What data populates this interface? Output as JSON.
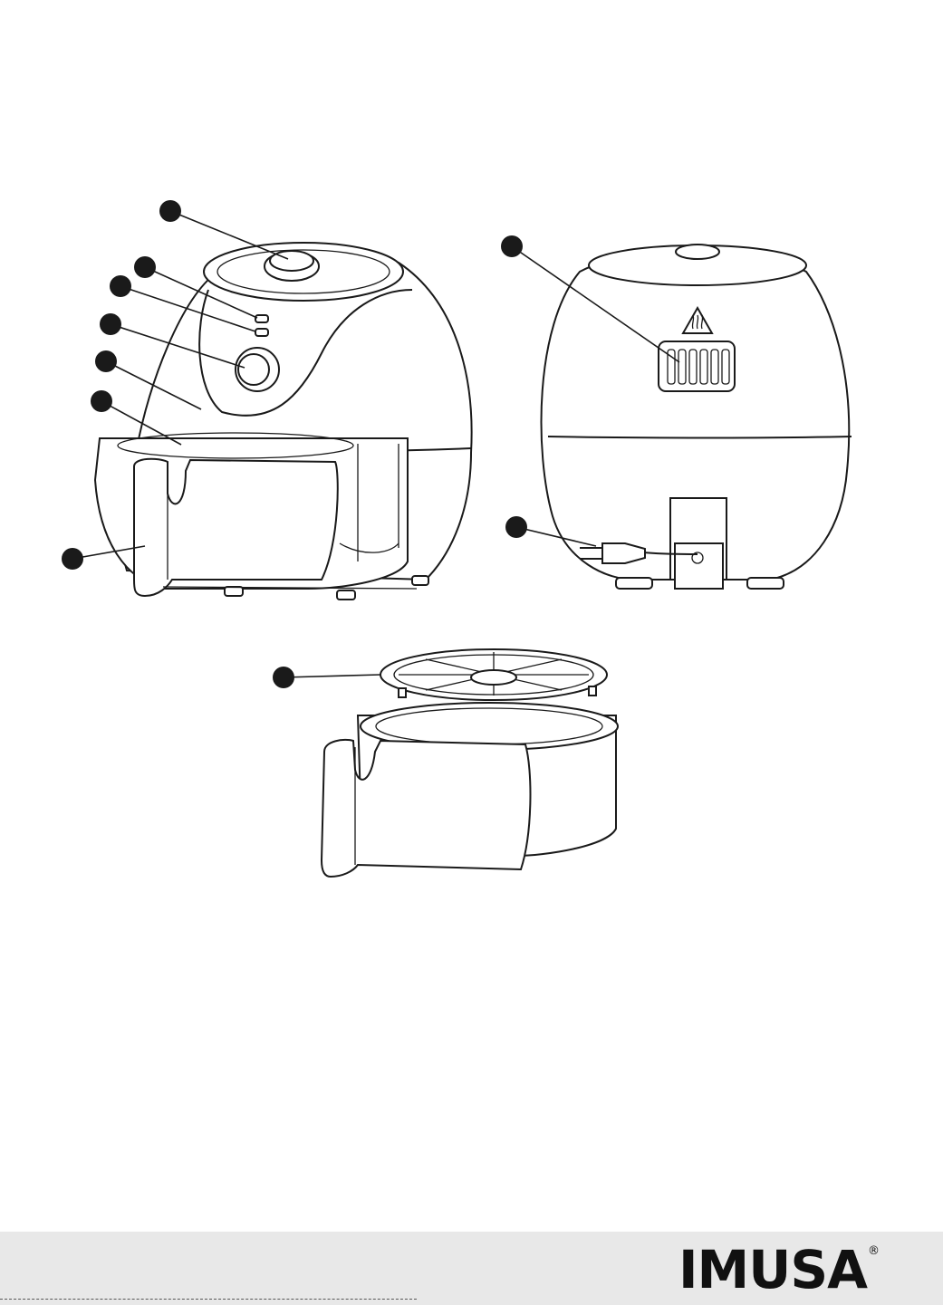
{
  "logo": {
    "text": "IMUSA",
    "registered": "®"
  },
  "colors": {
    "line": "#1a1a1a",
    "footer_bg": "#e8e8e8",
    "background": "#ffffff"
  },
  "callouts": [
    {
      "target": "temperature-knob-top"
    },
    {
      "target": "power-light"
    },
    {
      "target": "heat-light"
    },
    {
      "target": "timer-knob"
    },
    {
      "target": "housing"
    },
    {
      "target": "pan"
    },
    {
      "target": "handle"
    },
    {
      "target": "air-outlet"
    },
    {
      "target": "power-cord"
    },
    {
      "target": "crisper-plate"
    }
  ]
}
